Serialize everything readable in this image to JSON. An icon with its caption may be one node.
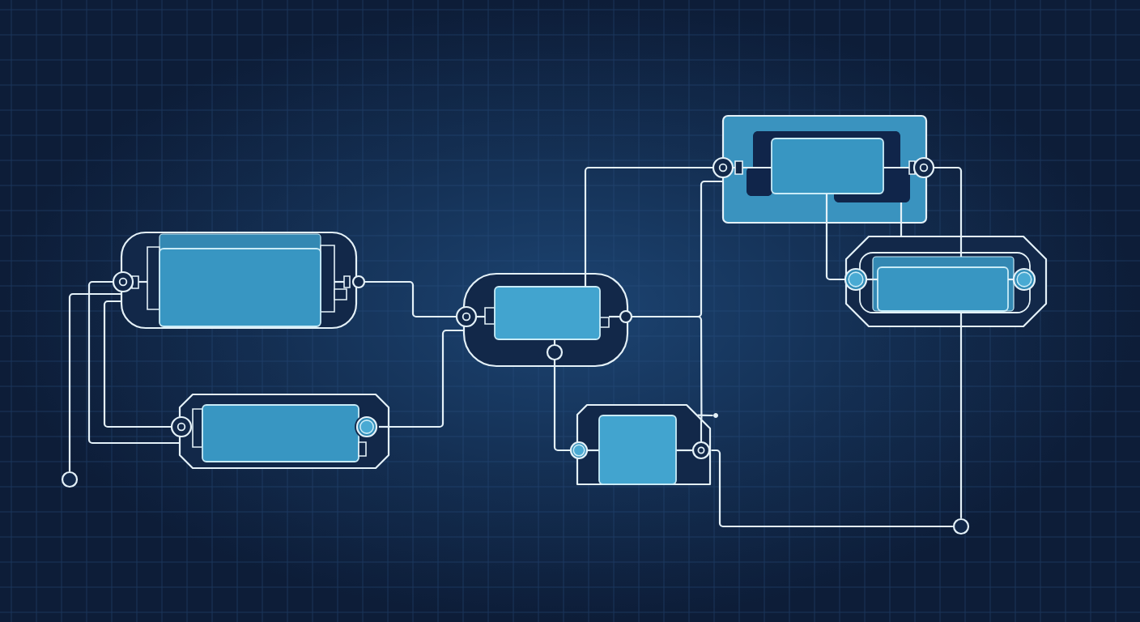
{
  "diagram": {
    "nodes": [
      {
        "text": [],
        "shape": "box"
      },
      {
        "text": [],
        "shape": "box"
      },
      {
        "text": [],
        "shape": "box"
      },
      {
        "text": [],
        "shape": "box"
      },
      {
        "text": [],
        "shape": "box"
      },
      {
        "text": [],
        "shape": "box"
      },
      {
        "text": [],
        "shape": "circle"
      },
      {
        "text": [],
        "shape": "circle"
      },
      {
        "text": [],
        "shape": "dot"
      }
    ],
    "edges": [
      {
        "from": 0,
        "to": 1,
        "arrow": "none"
      },
      {
        "from": 0,
        "to": 1,
        "arrow": "none"
      },
      {
        "from": 0,
        "to": 6,
        "arrow": "none"
      },
      {
        "from": 0,
        "to": 2,
        "arrow": "none"
      },
      {
        "from": 1,
        "to": 2,
        "arrow": "none"
      },
      {
        "from": 2,
        "to": 4,
        "arrow": "none"
      },
      {
        "from": 2,
        "to": 4,
        "arrow": "none"
      },
      {
        "from": 2,
        "to": 3,
        "arrow": "none"
      },
      {
        "from": 2,
        "to": 3,
        "arrow": "none"
      },
      {
        "from": 3,
        "to": 7,
        "arrow": "none"
      },
      {
        "from": 3,
        "to": 8,
        "arrow": "none"
      },
      {
        "from": 4,
        "to": 5,
        "arrow": "none"
      },
      {
        "from": 4,
        "to": 5,
        "arrow": "none"
      },
      {
        "from": 4,
        "to": 5,
        "arrow": "none"
      },
      {
        "from": 5,
        "to": 7,
        "arrow": "none"
      }
    ]
  }
}
